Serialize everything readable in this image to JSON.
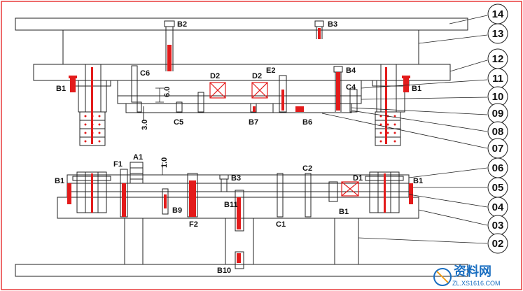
{
  "colors": {
    "frame": "#e83a3a",
    "line": "#222222",
    "accent": "#e31b1b",
    "watermark": "#1b6fc1"
  },
  "parts": {
    "p14": "14",
    "p13": "13",
    "p12": "12",
    "p11": "11",
    "p10": "10",
    "p09": "09",
    "p08": "08",
    "p07": "07",
    "p06": "06",
    "p05": "05",
    "p04": "04",
    "p03": "03",
    "p02": "02"
  },
  "labels": {
    "B2": "B2",
    "B3_top": "B3",
    "C6": "C6",
    "D2_a": "D2",
    "D2_b": "D2",
    "E2": "E2",
    "B4": "B4",
    "B1_tl": "B1",
    "B1_tr": "B1",
    "C4": "C4",
    "dim_60": "6.0",
    "C5": "C5",
    "B7": "B7",
    "B6": "B6",
    "dim_30": "3.0",
    "F1": "F1",
    "A1": "A1",
    "dim_10": "1.0",
    "C2": "C2",
    "D1": "D1",
    "B1_ml": "B1",
    "B1_mr": "B1",
    "B3_low": "B3",
    "B11": "B11",
    "B9": "B9",
    "F2": "F2",
    "C1": "C1",
    "B1_low": "B1",
    "B10": "B10"
  },
  "watermark": {
    "title": "资料网",
    "url": "ZL.XS1616.COM"
  }
}
